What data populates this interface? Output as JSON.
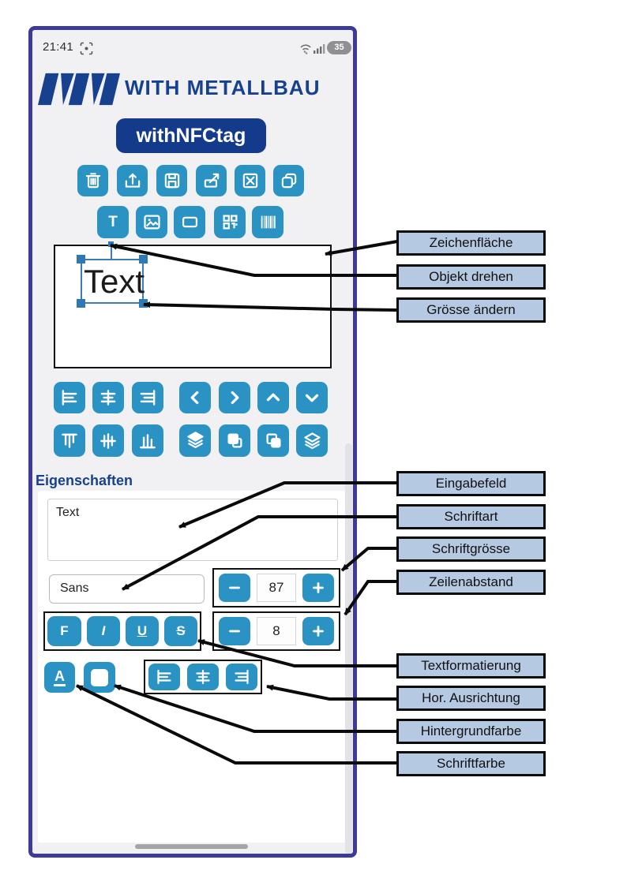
{
  "status_bar": {
    "time": "21:41",
    "battery_percent": "35",
    "icons": [
      "screen-record-icon",
      "mobile-data-icon",
      "signal-bars-icon",
      "battery-icon"
    ]
  },
  "header": {
    "brand": "WITH METALLBAU",
    "logo_icon": "wm-logo",
    "app_name": "withNFCtag"
  },
  "toolbar": {
    "row1_icons": [
      "trash-icon",
      "upload-icon",
      "save-icon",
      "export-icon",
      "clear-icon",
      "duplicate-icon"
    ],
    "row2_icons": [
      "text-tool-icon",
      "image-tool-icon",
      "rect-tool-icon",
      "qrcode-tool-icon",
      "barcode-tool-icon"
    ],
    "text_tool_label": "T",
    "row3_icons": [
      "align-left-icon",
      "align-center-h-icon",
      "align-right-icon",
      "nudge-left-icon",
      "nudge-right-icon",
      "nudge-up-icon",
      "nudge-down-icon"
    ],
    "row4_icons": [
      "align-top-icon",
      "align-middle-v-icon",
      "align-bottom-icon",
      "bring-to-front-icon",
      "bring-forward-icon",
      "send-backward-icon",
      "send-to-back-icon"
    ]
  },
  "canvas": {
    "selected_object_text": "Text"
  },
  "properties": {
    "heading": "Eigenschaften",
    "text_input_value": "Text",
    "font_family_value": "Sans",
    "font_size_value": "87",
    "line_spacing_value": "8",
    "bold_label": "F",
    "italic_label": "I",
    "underline_label": "U",
    "strikethrough_label": "S",
    "font_color_label": "A",
    "stepper_icons": [
      "minus-icon",
      "plus-icon"
    ],
    "alignment_icons": [
      "align-left-icon",
      "align-center-h-icon",
      "align-right-icon"
    ]
  },
  "annotations": {
    "items": [
      {
        "label": "Zeichenfläche"
      },
      {
        "label": "Objekt drehen"
      },
      {
        "label": "Grösse ändern"
      },
      {
        "label": "Eingabefeld"
      },
      {
        "label": "Schriftart"
      },
      {
        "label": "Schriftgrösse"
      },
      {
        "label": "Zeilenabstand"
      },
      {
        "label": "Textformatierung"
      },
      {
        "label": "Hor. Ausrichtung"
      },
      {
        "label": "Hintergrundfarbe"
      },
      {
        "label": "Schriftfarbe"
      }
    ]
  },
  "colors": {
    "accent_teal": "#2b93c4",
    "brand_navy": "#17418f",
    "app_button_navy": "#143a8c",
    "annotation_fill": "#b5c9e2",
    "frame_purple": "#3d3a9b",
    "selection_blue": "#3a7abf"
  }
}
